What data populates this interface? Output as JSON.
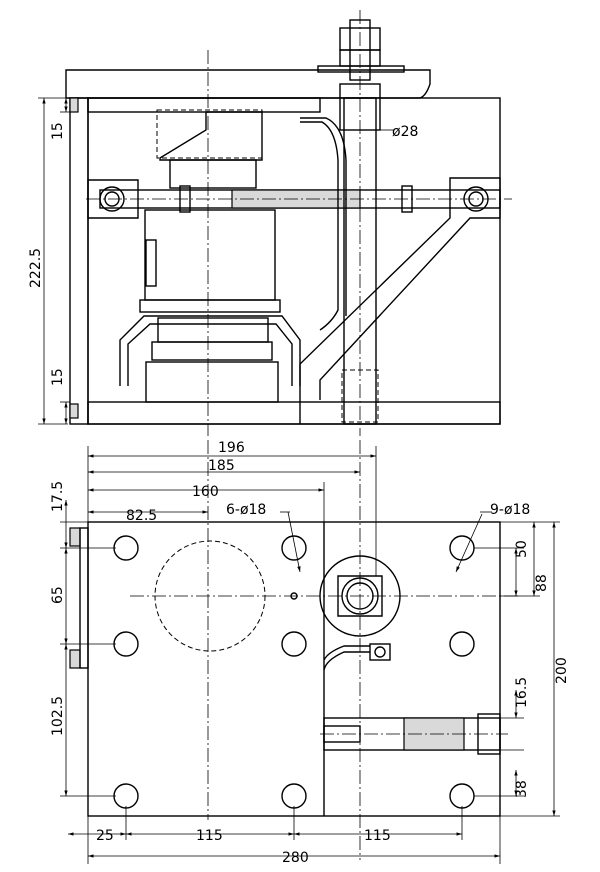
{
  "front_view": {
    "rod_diameter": "ø28",
    "height_total": "222.5",
    "plate_top": "15",
    "plate_bottom": "15"
  },
  "top_view": {
    "dim_196": "196",
    "dim_185": "185",
    "dim_160": "160",
    "dim_82_5": "82.5",
    "dim_17_5": "17.5",
    "dim_65": "65",
    "dim_102_5": "102.5",
    "dim_25": "25",
    "dim_115_left": "115",
    "dim_115_right": "115",
    "dim_280": "280",
    "dim_200": "200",
    "dim_88": "88",
    "dim_50": "50",
    "dim_16_5": "16.5",
    "dim_38": "38",
    "holes_6": "6-ø18",
    "holes_9": "9-ø18"
  }
}
